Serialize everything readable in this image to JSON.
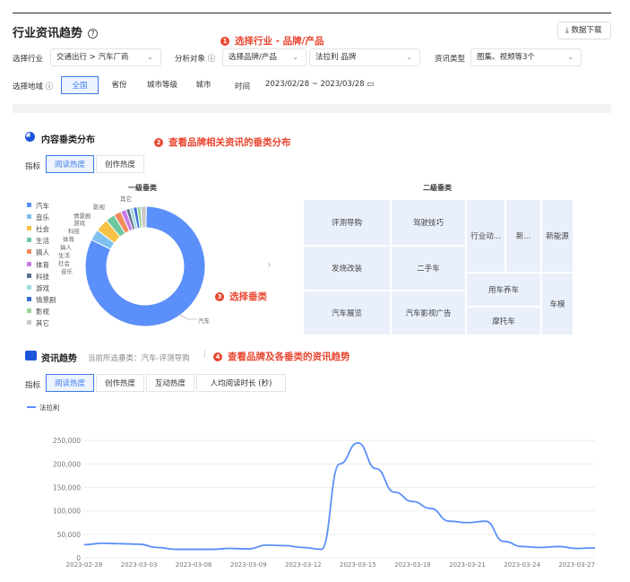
{
  "header": {
    "title": "行业资讯趋势",
    "help_icon": "?",
    "download_label": "数据下载"
  },
  "annotations": {
    "a1": {
      "num": "1",
      "text": "选择行业 - 品牌/产品"
    },
    "a2": {
      "num": "2",
      "text": "查看品牌相关资讯的垂类分布"
    },
    "a3": {
      "num": "3",
      "text": "选择垂类"
    },
    "a4": {
      "num": "4",
      "text": "查看品牌及各垂类的资讯趋势"
    }
  },
  "filters": {
    "industry_label": "选择行业",
    "industry_value": "交通出行 > 汽车厂商",
    "target_label": "分析对象 ⓘ",
    "target_type_value": "选择品牌/产品",
    "target_brand_value": "法拉利 品牌",
    "info_type_label": "资讯类型",
    "info_type_value": "图集、视频等3个",
    "region_label": "选择地域 ⓘ",
    "region_options": [
      "全国",
      "省份",
      "城市等级",
      "城市"
    ],
    "region_active": "全国",
    "time_label": "时间",
    "time_value": "2023/02/28 ~ 2023/03/28"
  },
  "distribution": {
    "title": "内容垂类分布",
    "metric_label": "指标",
    "metric_tabs": [
      "阅读热度",
      "创作热度"
    ],
    "metric_active": "阅读热度",
    "pie_title": "一级垂类",
    "treemap_title": "二级垂类",
    "legend": [
      {
        "name": "汽车",
        "color": "#5b8ff9"
      },
      {
        "name": "音乐",
        "color": "#7ec1f0"
      },
      {
        "name": "社会",
        "color": "#f6c244"
      },
      {
        "name": "生活",
        "color": "#6dc8a1"
      },
      {
        "name": "搞人",
        "color": "#f08c5e"
      },
      {
        "name": "体育",
        "color": "#c87ce8"
      },
      {
        "name": "科技",
        "color": "#5d7092"
      },
      {
        "name": "游戏",
        "color": "#9fd9e0"
      },
      {
        "name": "情景剧",
        "color": "#3b6fd6"
      },
      {
        "name": "影视",
        "color": "#9bd49a"
      },
      {
        "name": "其它",
        "color": "#c9c9c9"
      }
    ],
    "pie_labels": {
      "qita": "其它",
      "yingshi": "影视",
      "qingjingju": "情景剧",
      "youxi": "游戏",
      "keji": "科技",
      "tiyu": "体育",
      "gaoren": "搞人",
      "shenghuo": "生活",
      "shehui": "社会",
      "yinyue": "音乐",
      "qiche": "汽车"
    },
    "treemap": {
      "pingce": "评测导购",
      "jiashi": "驾驶技巧",
      "hangye": "行业动...",
      "xin": "新...",
      "xinnengyuan": "新能源",
      "gaizhuang": "发烧改装",
      "ershou": "二手车",
      "yangche": "用车养车",
      "chemo": "车模",
      "zhanlan": "汽车展览",
      "yingshi_ad": "汽车影视广告",
      "motuo": "摩托车"
    }
  },
  "trend": {
    "title": "资讯趋势",
    "current_label": "当前所选垂类：汽车-评测导购",
    "metric_label": "指标",
    "metric_tabs": [
      "阅读热度",
      "创作热度",
      "互动热度",
      "人均阅读时长 (秒)"
    ],
    "metric_active": "阅读热度",
    "legend_series": "法拉利"
  },
  "chart_data": {
    "type": "line",
    "x": [
      "2023-02-28",
      "2023-03-01",
      "2023-03-02",
      "2023-03-03",
      "2023-03-04",
      "2023-03-05",
      "2023-03-06",
      "2023-03-07",
      "2023-03-08",
      "2023-03-09",
      "2023-03-10",
      "2023-03-11",
      "2023-03-12",
      "2023-03-13",
      "2023-03-14",
      "2023-03-15",
      "2023-03-16",
      "2023-03-17",
      "2023-03-18",
      "2023-03-19",
      "2023-03-20",
      "2023-03-21",
      "2023-03-22",
      "2023-03-23",
      "2023-03-24",
      "2023-03-25",
      "2023-03-26",
      "2023-03-27",
      "2023-03-28"
    ],
    "x_tick_labels": [
      "2023-02-28",
      "2023-03-03",
      "2023-03-06",
      "2023-03-09",
      "2023-03-12",
      "2023-03-15",
      "2023-03-18",
      "2023-03-21",
      "2023-03-24",
      "2023-03-27"
    ],
    "series": [
      {
        "name": "法拉利",
        "color": "#5b8ff9",
        "values": [
          28000,
          31000,
          30000,
          29000,
          22000,
          18000,
          18000,
          18000,
          20000,
          19000,
          27000,
          26000,
          22000,
          18000,
          200000,
          245000,
          190000,
          140000,
          120000,
          105000,
          78000,
          75000,
          78000,
          35000,
          24000,
          22000,
          24000,
          20000,
          21000
        ]
      }
    ],
    "ylim": [
      0,
      260000
    ],
    "y_ticks": [
      "0",
      "50,000",
      "100,000",
      "150,000",
      "200,000",
      "250,000"
    ],
    "y_tick_values": [
      0,
      50000,
      100000,
      150000,
      200000,
      250000
    ]
  }
}
